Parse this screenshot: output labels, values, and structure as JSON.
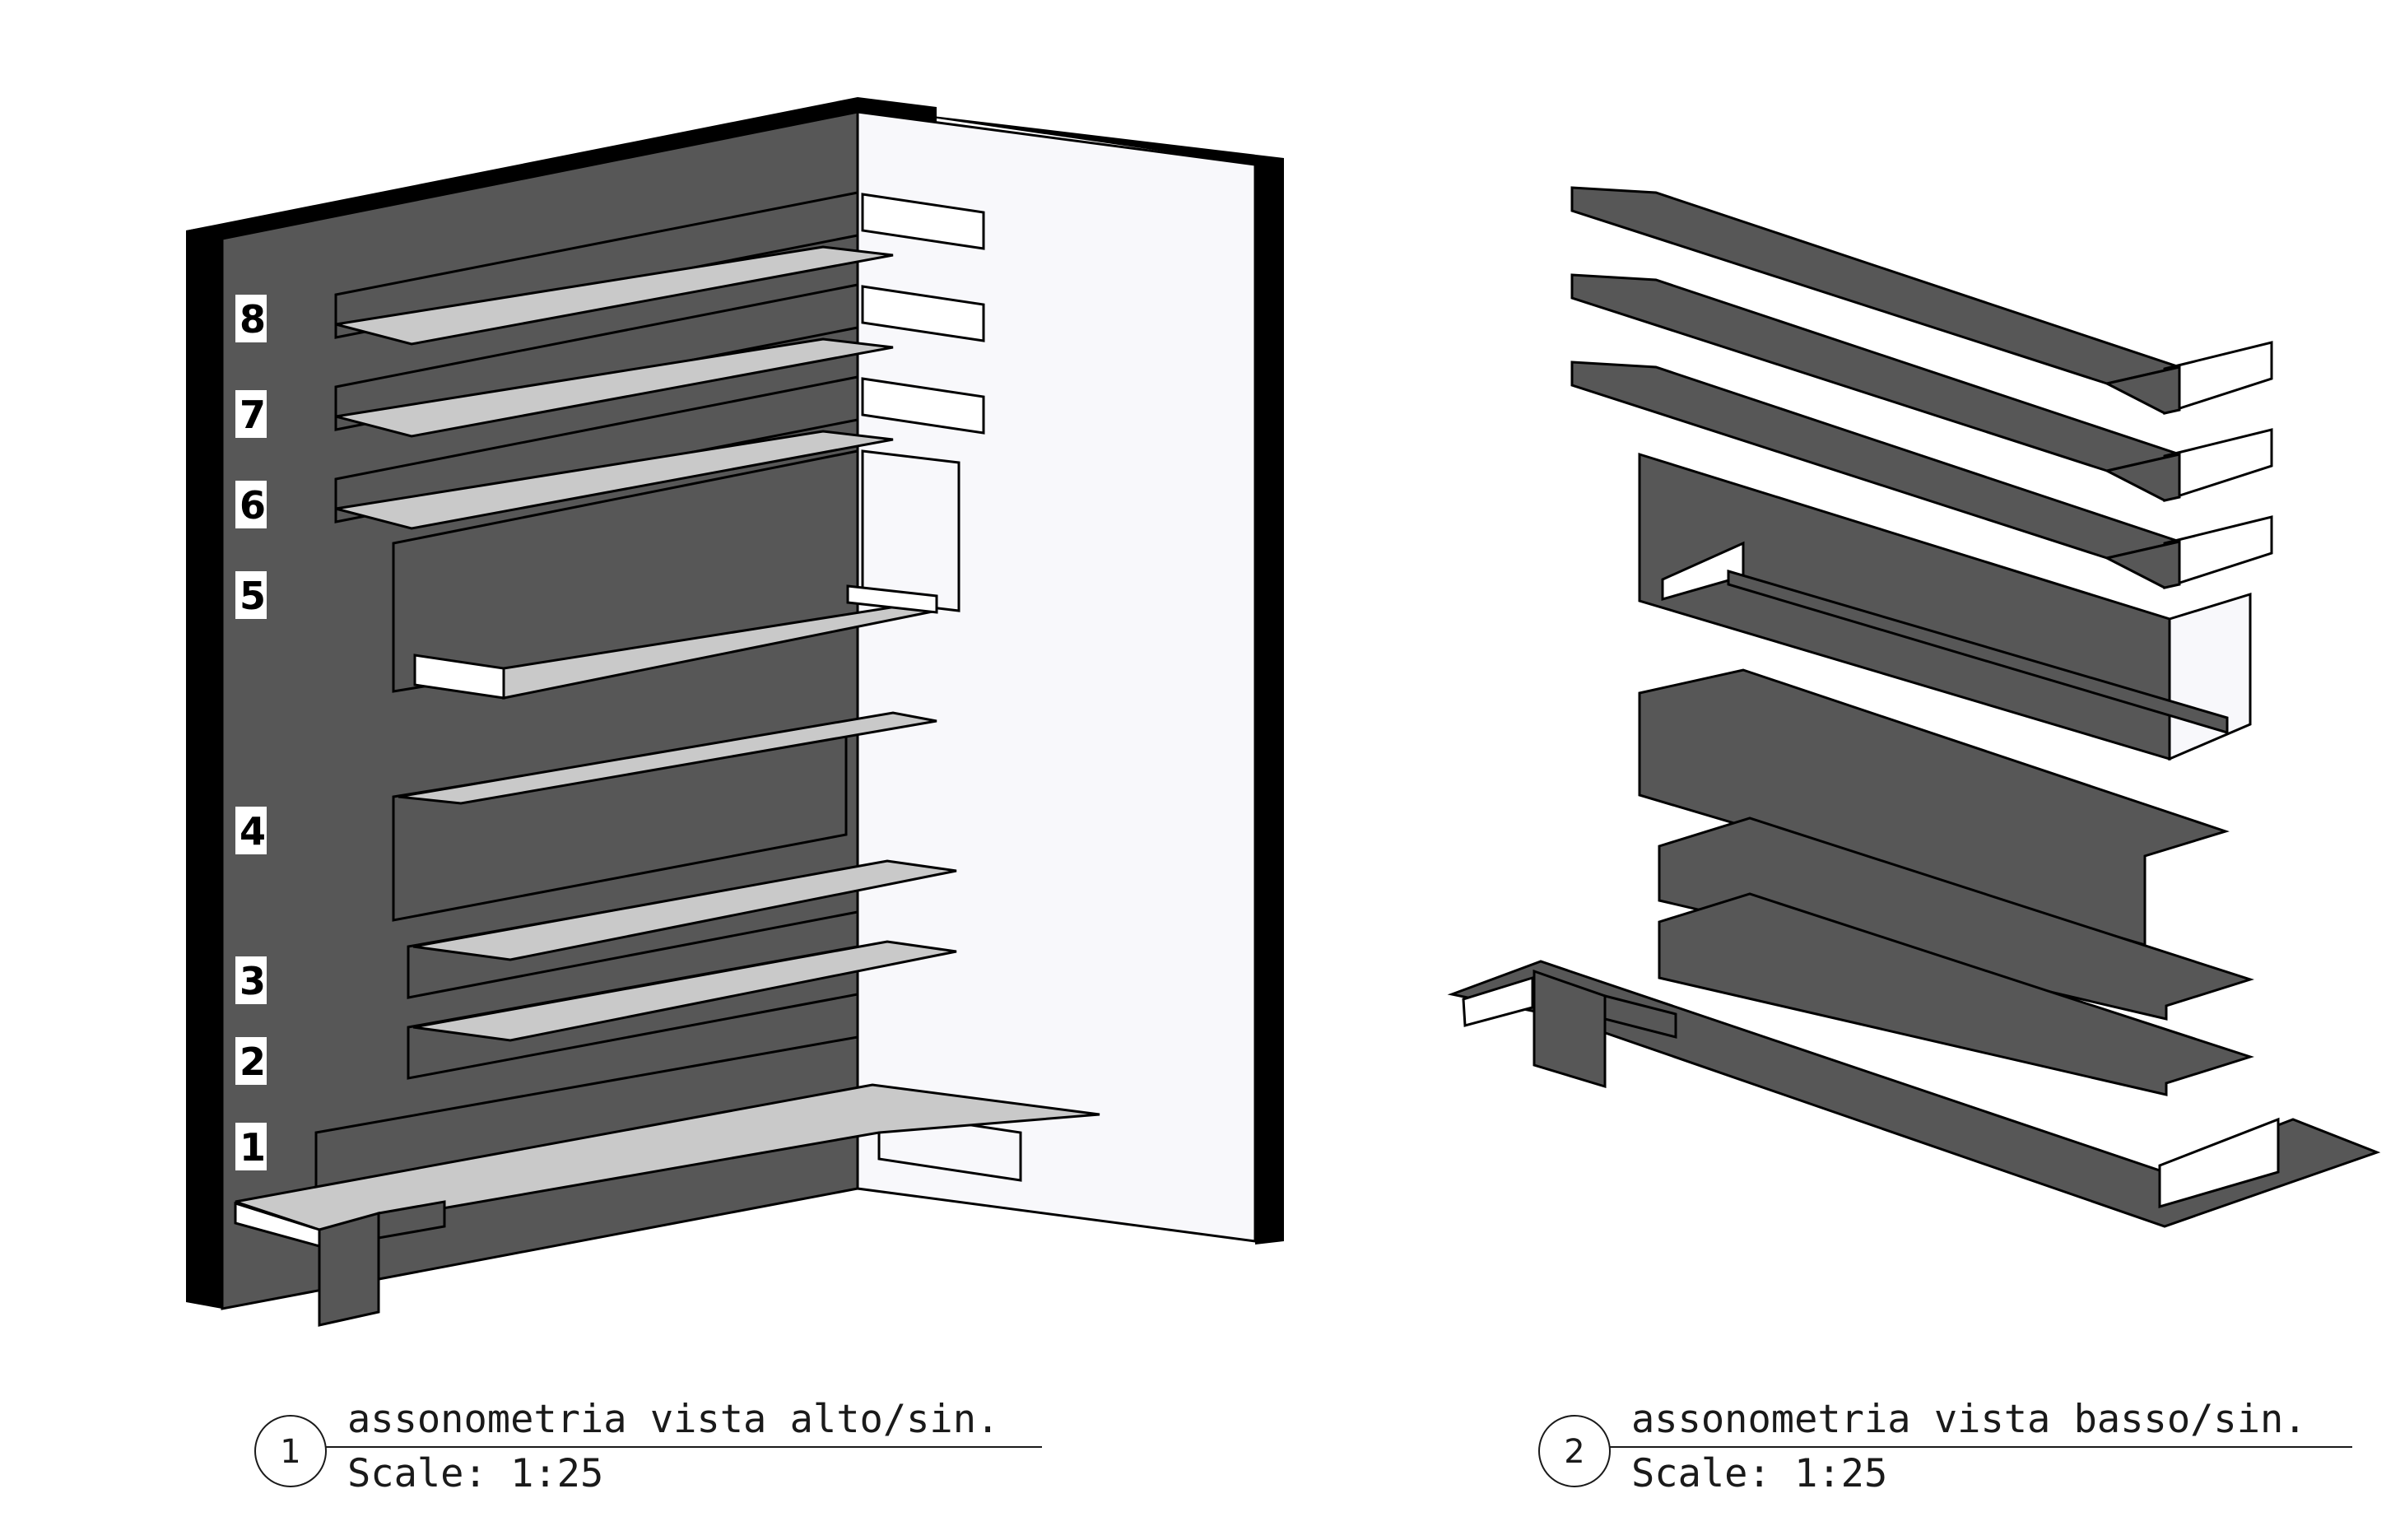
{
  "views": [
    {
      "number": "1",
      "title": "assonometria vista alto/sin.",
      "scale": "Scale: 1:25"
    },
    {
      "number": "2",
      "title": "assonometria vista basso/sin.",
      "scale": "Scale: 1:25"
    }
  ],
  "shelf_labels": [
    "8",
    "7",
    "6",
    "5",
    "4",
    "3",
    "2",
    "1"
  ],
  "colors": {
    "wall_dark": "#575757",
    "wall_light": "#f8f8fb",
    "shelf_top": "#c9c9c9",
    "edge": "#000000",
    "label_bg": "#ffffff"
  }
}
